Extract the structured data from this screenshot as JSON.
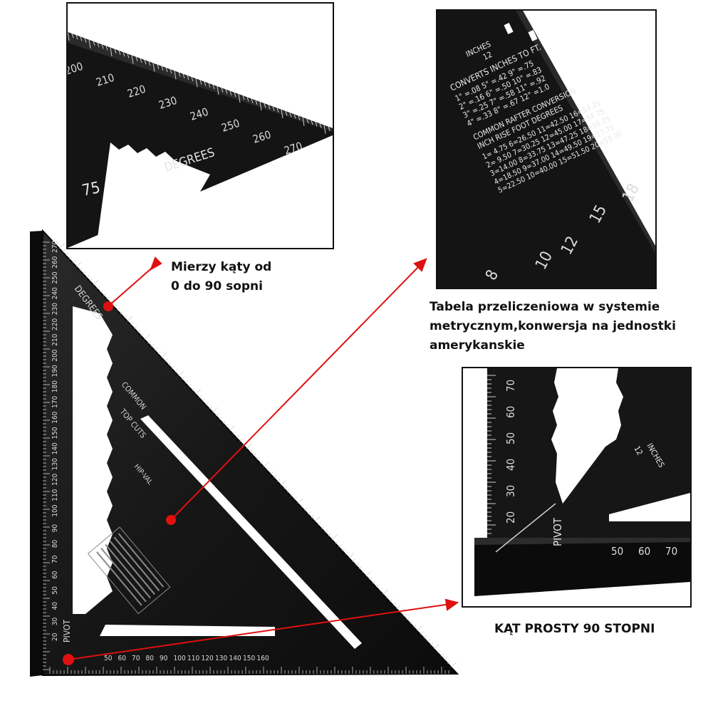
{
  "captions": {
    "angles_line1": "Mierzy kąty od",
    "angles_line2": "0 do 90 sopni",
    "table_line1": "Tabela przeliczeniowa w systemie",
    "table_line2": "metrycznym,konwersja na jednostki",
    "table_line3": "amerykanskie",
    "right_angle": "KĄT PROSTY 90 STOPNI"
  },
  "square": {
    "degrees_label": "DEGREES",
    "pivot_label": "PIVOT",
    "common_label": "COMMON",
    "top_cuts_label": "TOP CUTS",
    "hip_val_label": "HIP-VAL",
    "scale_vertical": [
      "20",
      "30",
      "40",
      "50",
      "60",
      "70",
      "80",
      "90",
      "100",
      "110",
      "120",
      "130",
      "140",
      "150",
      "160",
      "170",
      "180",
      "190",
      "200",
      "210",
      "220",
      "230",
      "240",
      "250",
      "260",
      "270"
    ],
    "scale_bottom": [
      "50",
      "60",
      "70",
      "80",
      "90",
      "100",
      "110",
      "120",
      "130",
      "140",
      "150",
      "160"
    ]
  },
  "zoom_degrees": {
    "scale": [
      "200",
      "210",
      "220",
      "230",
      "240",
      "250",
      "260",
      "270"
    ],
    "degrees_label": "DEGREES",
    "angle_value": "75"
  },
  "zoom_table": {
    "inches_label": "INCHES",
    "inches_value": "12",
    "converts_title": "CONVERTS INCHES TO FT.",
    "converts_rows": [
      "1\" =.08   5\" =.42   9\" =.75",
      "2\" =.16   6\" =.50  10\" =.83",
      "3\" =.25   7\" =.58  11\" =.92",
      "4\" =.33   8\" =.67  12\" =1.0"
    ],
    "rafter_title": "COMMON RAFTER CONVERSION",
    "rafter_header": "INCH RISE   FOOT   DEGREES",
    "rafter_rows": [
      "1= 4.75   6=26.50  11=42.50  16=53.25",
      "2= 9.50   7=30.25  12=45.00  17=54.75",
      "3=14.00   8=33.75  13=47.25  18=56.25",
      "4=18.50   9=37.00  14=49.50  19=57.75",
      "5=22.50  10=40.00  15=51.50  20=59.00"
    ],
    "scale": [
      "8",
      "10",
      "12",
      "15",
      "18"
    ]
  },
  "zoom_pivot": {
    "scale_vertical": [
      "20",
      "30",
      "40",
      "50",
      "60",
      "70"
    ],
    "scale_bottom": [
      "50",
      "60",
      "70"
    ],
    "pivot_label": "PIVOT",
    "inches_label": "INCHES",
    "inches_value": "12"
  }
}
